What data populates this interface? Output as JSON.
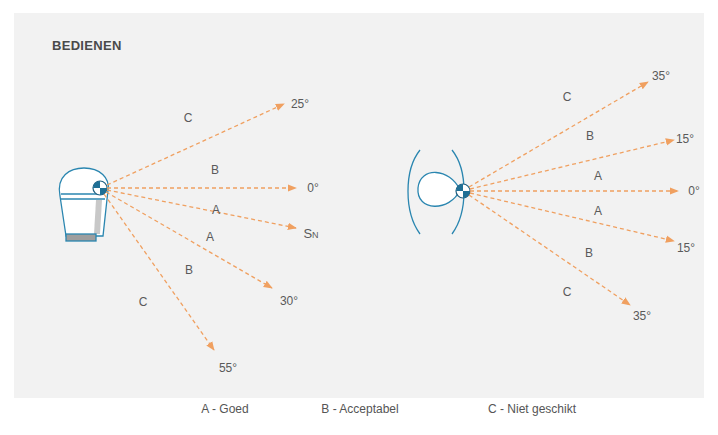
{
  "diagram": {
    "title": "BEDIENEN",
    "labels": [
      "C",
      "25°",
      "B",
      "0°",
      "A",
      "SN",
      "A",
      "B",
      "30°",
      "C",
      "55°",
      "35°",
      "C",
      "B",
      "15°",
      "A",
      "0°",
      "A",
      "15°",
      "B",
      "35°",
      "C",
      "A - Goed",
      "B - Acceptabel",
      "C - Niet geschikt"
    ]
  }
}
